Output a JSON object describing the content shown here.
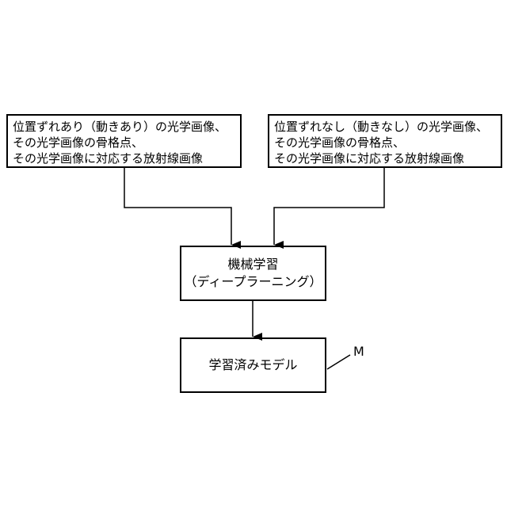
{
  "input_left": {
    "lines": [
      "位置ずれあり（動きあり）の光学画像、",
      "その光学画像の骨格点、",
      "その光学画像に対応する放射線画像"
    ]
  },
  "input_right": {
    "lines": [
      "位置ずれなし（動きなし）の光学画像、",
      "その光学画像の骨格点、",
      "その光学画像に対応する放射線画像"
    ]
  },
  "machine_learning": {
    "title": "機械学習",
    "subtitle": "（ディープラーニング）"
  },
  "trained_model": {
    "label": "学習済みモデル",
    "reference_label": "M"
  }
}
